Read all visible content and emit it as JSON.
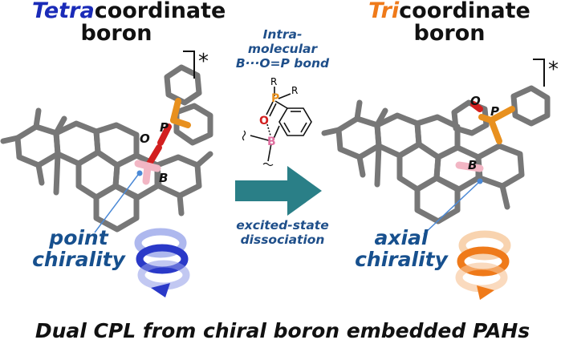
{
  "left_header": {
    "highlight": "Tetra",
    "rest": "coordinate",
    "line2": "boron"
  },
  "right_header": {
    "highlight": "Tri",
    "rest": "coordinate",
    "line2": "boron"
  },
  "middle": {
    "top_line1": "Intra-",
    "top_line2": "molecular",
    "top_line3": "B···O=P bond",
    "bottom_line1": "excited-state",
    "bottom_line2": "dissociation"
  },
  "scheme_atoms": {
    "r1": "R",
    "r2": "R",
    "p": "P",
    "o": "O",
    "b": "B"
  },
  "left_atoms": {
    "o": "O",
    "p": "P",
    "b": "B"
  },
  "right_atoms": {
    "o": "O",
    "p": "P",
    "b": "B"
  },
  "left_callout": {
    "line1": "point",
    "line2": "chirality"
  },
  "right_callout": {
    "line1": "axial",
    "line2": "chirality"
  },
  "excited_mark": "*",
  "bottom_title": "Dual CPL from chiral boron embedded PAHs",
  "colors": {
    "tetra": "#1a2bb8",
    "tri": "#ef7a1a",
    "arrow": "#2a7f87",
    "callout": "#17508e",
    "bond": "#777777",
    "phosphorus": "#e8901e",
    "oxygen": "#d21f1f",
    "boron": "#f2b6c4"
  }
}
